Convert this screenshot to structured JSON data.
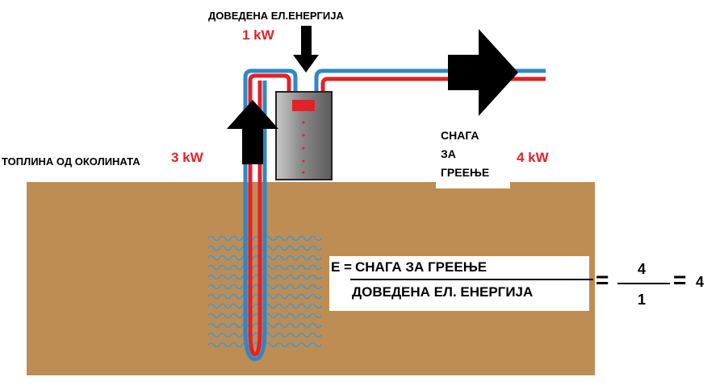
{
  "labels": {
    "supplied_energy": "ДОВЕДЕНА ЕЛ.ЕНЕРГИЈА",
    "supplied_power": "1 kW",
    "ambient_heat": "ТОПЛИНА ОД ОКОЛИНАТА",
    "ambient_power": "3 kW",
    "heating_line1": "СНАГА",
    "heating_line2": "ЗА",
    "heating_line3": "ГРЕЕЊЕ",
    "heating_power": "4 kW"
  },
  "formula": {
    "prefix": "E =",
    "numerator": "СНАГА ЗА ГРЕЕЊЕ",
    "denominator": "ДОВЕДЕНА ЕЛ. ЕНЕРГИЈА",
    "equals1": "=",
    "num_value": "4",
    "den_value": "1",
    "equals2": "=",
    "result": "4"
  },
  "colors": {
    "ground": "#bd8d54",
    "hot_pipe": "#e32129",
    "cold_pipe": "#2f87c6",
    "waves": "#3d9ad6",
    "arrow": "#000000",
    "label_red": "#e32129"
  }
}
